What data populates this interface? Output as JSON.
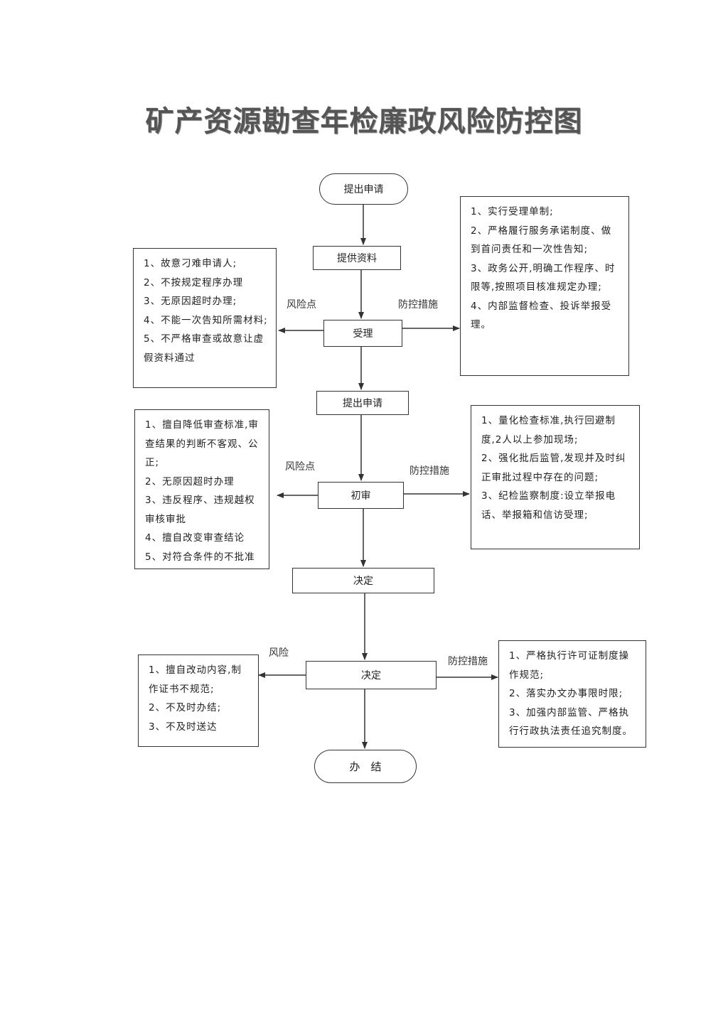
{
  "title": "矿产资源勘查年检廉政风险防控图",
  "steps": {
    "start": "提出申请",
    "materials": "提供资料",
    "accept": "受理",
    "apply": "提出申请",
    "review": "初审",
    "decide1": "决定",
    "decide2": "决定",
    "end": "办　结"
  },
  "labels": {
    "risk1": "风险点",
    "control1": "防控措施",
    "risk2": "风险点",
    "control2": "防控措施",
    "risk3": "风险",
    "control3": "防控措施"
  },
  "risks": {
    "accept": [
      "1、故意刁难申请人;",
      "2、不按规定程序办理",
      "3、无原因超时办理;",
      "4、不能一次告知所需材料;",
      "5、不严格审查或故意让虚假资料通过"
    ],
    "review": [
      "1、擅自降低审查标准,审查结果的判断不客观、公正;",
      "2、无原因超时办理",
      "3、违反程序、违规越权审核审批",
      "4、擅自改变审查结论",
      "5、对符合条件的不批准"
    ],
    "decide": [
      "1、擅自改动内容,制作证书不规范;",
      "2、不及时办结;",
      "3、不及时送达"
    ]
  },
  "controls": {
    "accept": [
      "1、实行受理单制;",
      "2、严格履行服务承诺制度、做到首问责任和一次性告知;",
      "3、政务公开,明确工作程序、时限等,按照项目核准规定办理;",
      "4、内部监督检查、投诉举报受理。"
    ],
    "review": [
      "1、量化检查标准,执行回避制度,2人以上参加现场;",
      "2、强化批后监管,发现并及时纠正审批过程中存在的问题;",
      "3、纪检监察制度:设立举报电话、举报箱和信访受理;"
    ],
    "decide": [
      "1、严格执行许可证制度操作规范;",
      "2、落实办文办事限时限;",
      "3、加强内部监管、严格执行行政执法责任追究制度。"
    ]
  }
}
